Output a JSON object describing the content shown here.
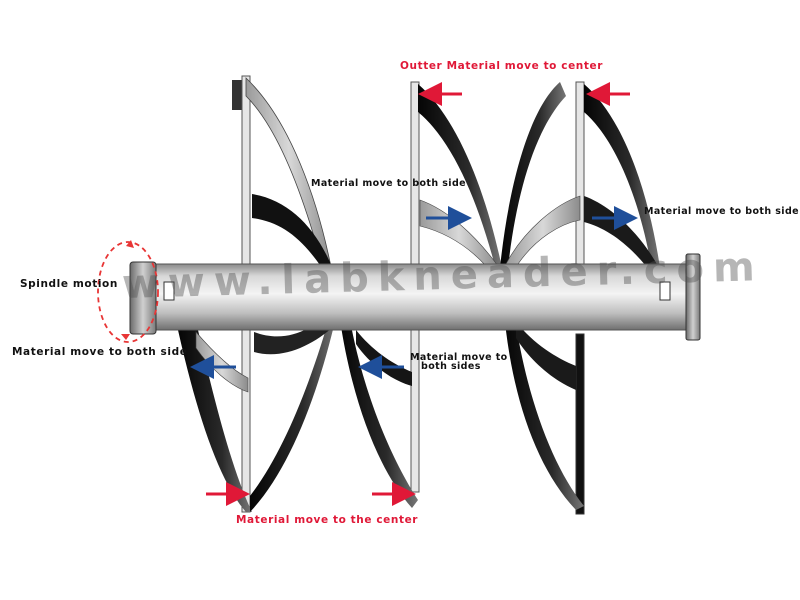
{
  "labels": {
    "outer_to_center": "Outter Material move to center",
    "both_side_top": "Material move to both side",
    "both_side_right": "Material move to both side",
    "spindle_motion": "Spindle motion",
    "both_side_left": "Material move to both side",
    "both_sides_middle_line1": "Material move to",
    "both_sides_middle_line2": "both sides",
    "to_center_bottom": "Material move to the center"
  },
  "watermark": "www.labkneader.com",
  "colors": {
    "red_arrow": "#e01837",
    "blue_arrow": "#1f4f9a",
    "rotation_ring": "#e83535"
  }
}
